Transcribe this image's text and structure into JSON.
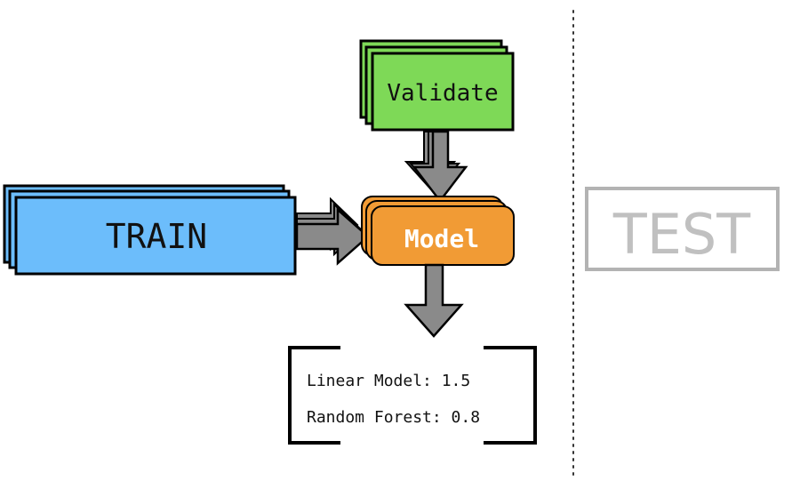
{
  "nodes": {
    "train": {
      "label": "TRAIN",
      "color": "#6cbdfb"
    },
    "validate": {
      "label": "Validate",
      "color": "#7ed957"
    },
    "model": {
      "label": "Model",
      "color": "#f19b35"
    },
    "test": {
      "label": "TEST",
      "color": "#d0d0d0",
      "text_color": "#b3b3b3"
    }
  },
  "results": {
    "rows": [
      {
        "text": "Linear Model: 1.5"
      },
      {
        "text": "Random Forest: 0.8"
      }
    ]
  },
  "colors": {
    "arrow_fill": "#8a8a8a",
    "outline": "#000000",
    "divider": "#333333"
  }
}
